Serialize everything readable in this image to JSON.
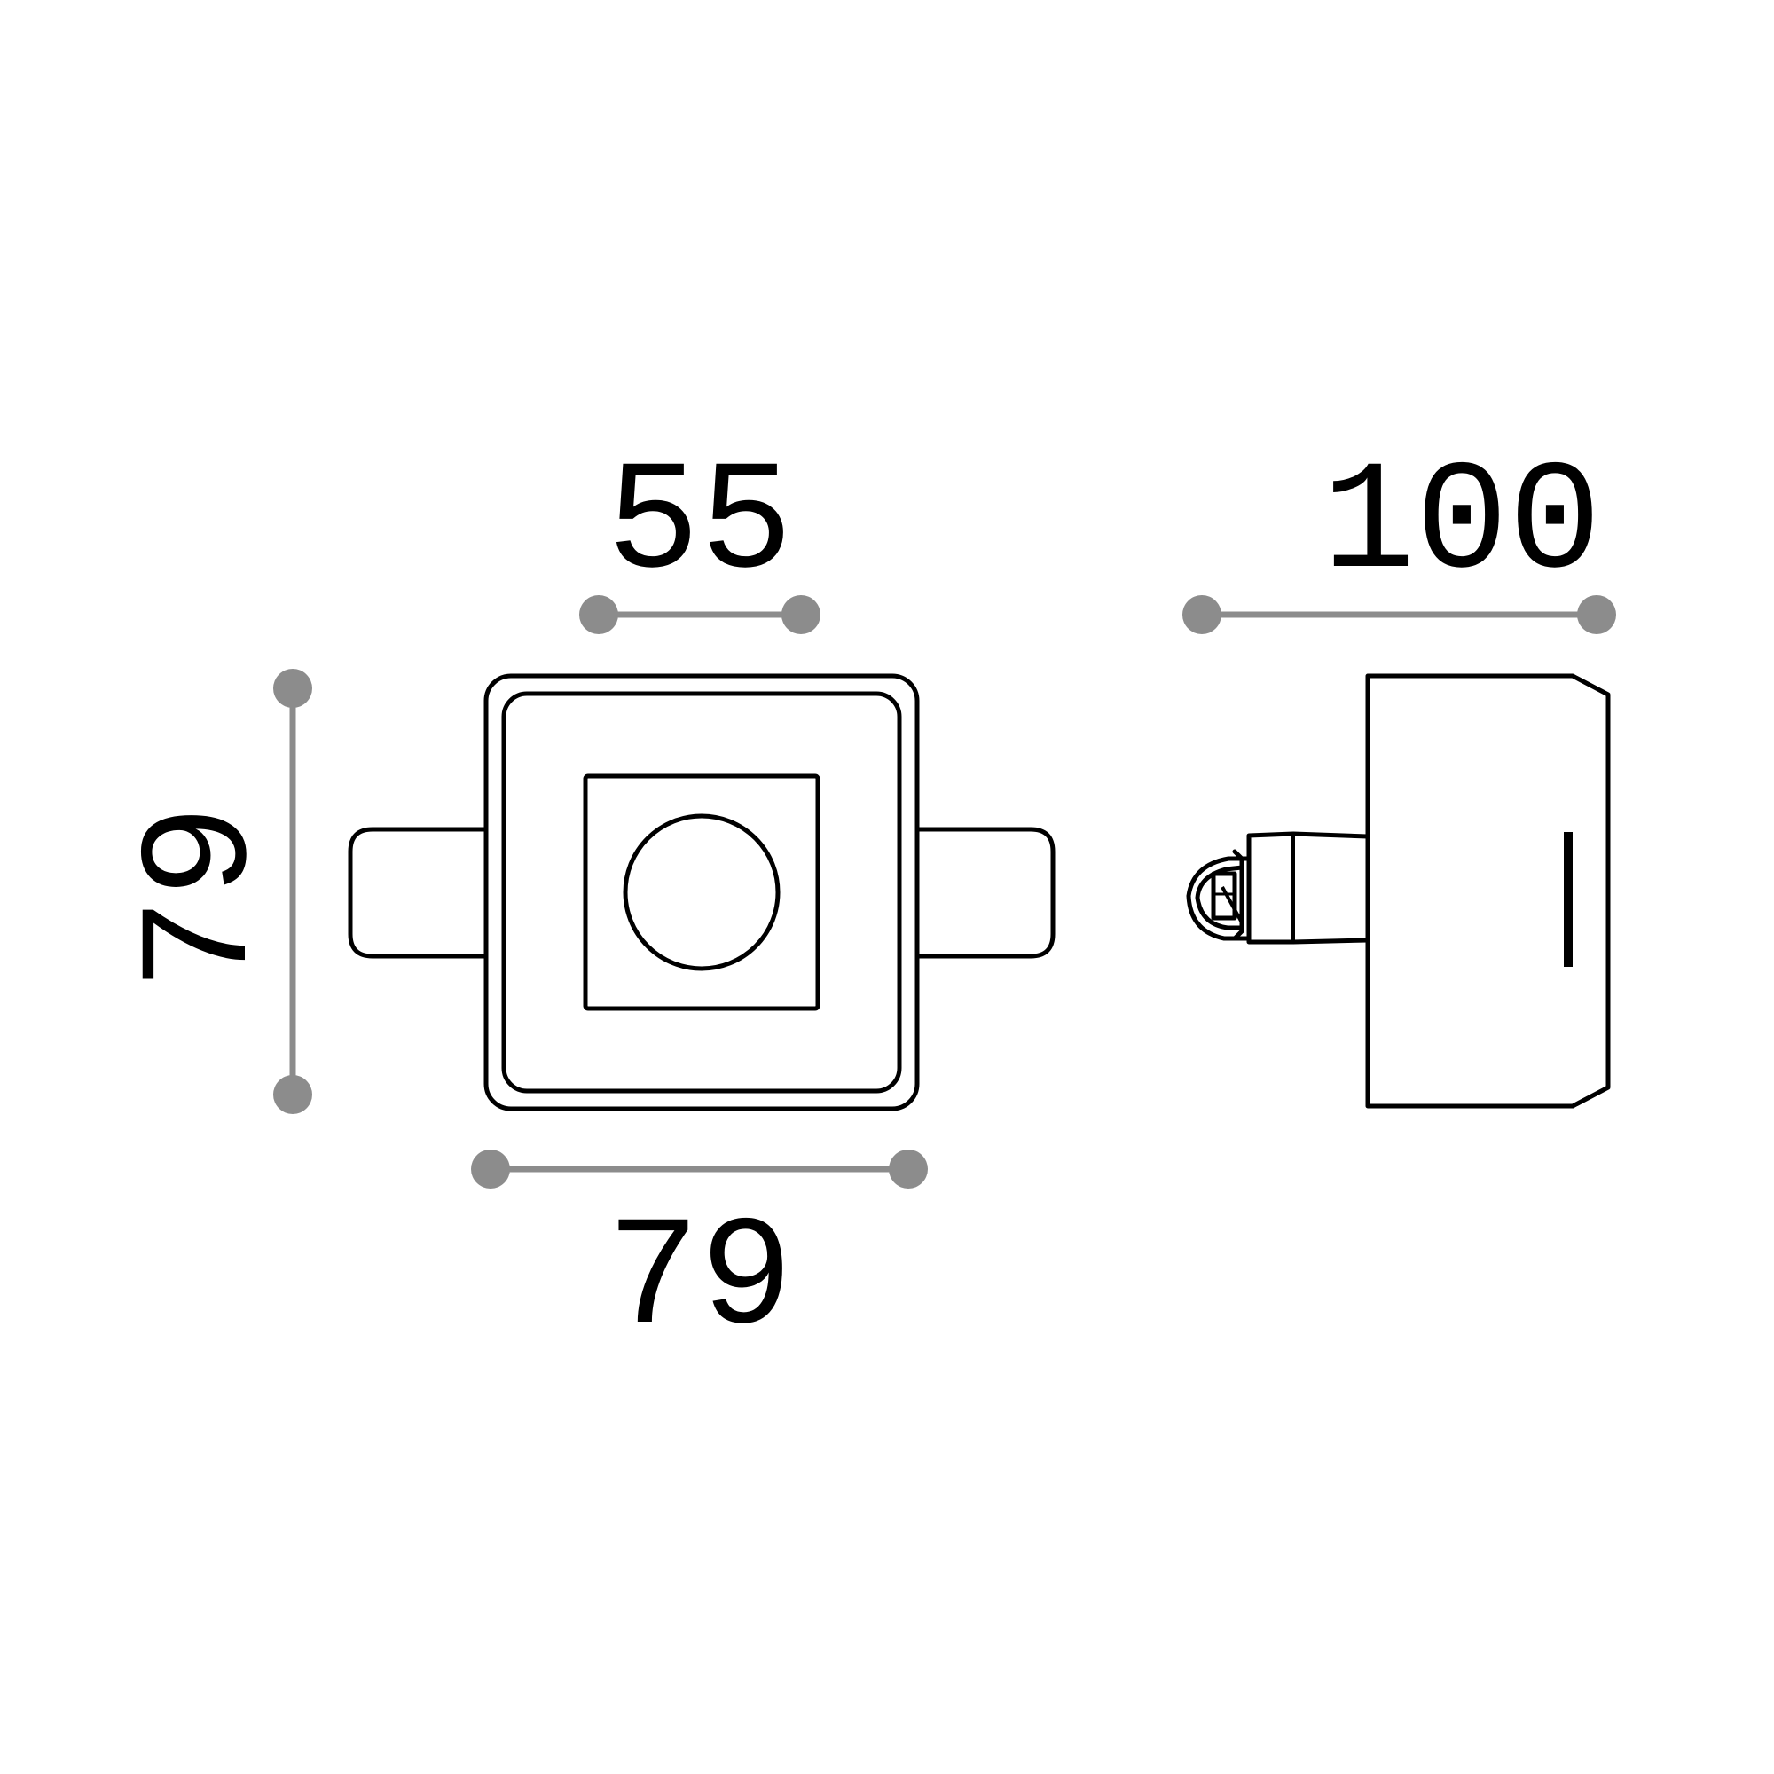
{
  "dimensions": {
    "width_top": "55",
    "height_left": "79",
    "width_bottom": "79",
    "depth_right": "100"
  },
  "colors": {
    "line": "#000000",
    "dimension": "#8c8c8c",
    "background": "#ffffff"
  }
}
